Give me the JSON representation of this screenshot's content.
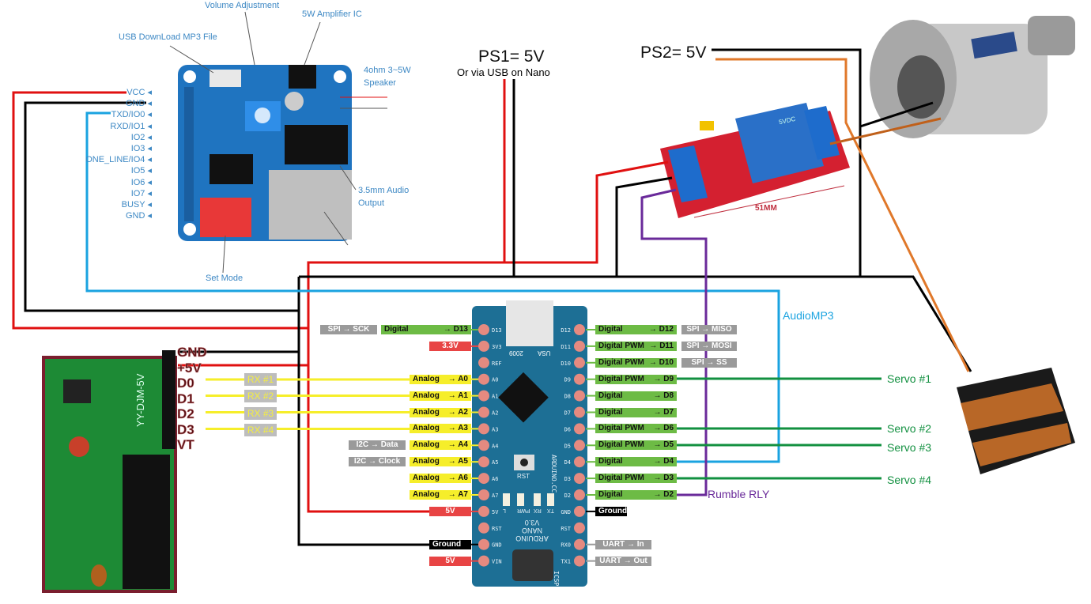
{
  "mp3_module": {
    "callouts": {
      "volume": "Volume Adjustment",
      "amplifier": "5W Amplifier IC",
      "usb": "USB DownLoad MP3 File",
      "speaker_line1": "4ohm 3~5W",
      "speaker_line2": "Speaker",
      "audio_line1": "3.5mm Audio",
      "audio_line2": "Output",
      "set_mode": "Set Mode"
    },
    "pins": [
      "VCC",
      "GND",
      "TXD/IO0",
      "RXD/IO1",
      "IO2",
      "IO3",
      "ONE_LINE/IO4",
      "IO5",
      "IO6",
      "IO7",
      "BUSY",
      "GND"
    ]
  },
  "power": {
    "ps1": "PS1= 5V",
    "ps1_note": "Or via USB on Nano",
    "ps2": "PS2= 5V"
  },
  "rf_receiver": {
    "pins": [
      "GND",
      "+5V",
      "D0",
      "D1",
      "D2",
      "D3",
      "VT"
    ],
    "rx_tags": [
      "RX #1",
      "RX #2",
      "RX #3",
      "RX #4"
    ],
    "model": "YY-DJM-5V"
  },
  "relay": {
    "dimension": "51MM",
    "relay_text": "5VDC"
  },
  "nano": {
    "left_pins": [
      {
        "silk": "D13",
        "labels": [
          {
            "kind": "digital",
            "func": "Digital",
            "pin": "→ D13"
          },
          {
            "kind": "alt",
            "func": "SPI → SCK"
          }
        ]
      },
      {
        "silk": "3V3",
        "labels": [
          {
            "kind": "power",
            "func": "3.3V"
          }
        ]
      },
      {
        "silk": "REF",
        "labels": []
      },
      {
        "silk": "A0",
        "labels": [
          {
            "kind": "analog",
            "func": "Analog",
            "pin": "→ A0"
          }
        ]
      },
      {
        "silk": "A1",
        "labels": [
          {
            "kind": "analog",
            "func": "Analog",
            "pin": "→ A1"
          }
        ]
      },
      {
        "silk": "A2",
        "labels": [
          {
            "kind": "analog",
            "func": "Analog",
            "pin": "→ A2"
          }
        ]
      },
      {
        "silk": "A3",
        "labels": [
          {
            "kind": "analog",
            "func": "Analog",
            "pin": "→ A3"
          }
        ]
      },
      {
        "silk": "A4",
        "labels": [
          {
            "kind": "analog",
            "func": "Analog",
            "pin": "→ A4"
          },
          {
            "kind": "alt",
            "func": "I2C → Data"
          }
        ]
      },
      {
        "silk": "A5",
        "labels": [
          {
            "kind": "analog",
            "func": "Analog",
            "pin": "→ A5"
          },
          {
            "kind": "alt",
            "func": "I2C → Clock"
          }
        ]
      },
      {
        "silk": "A6",
        "labels": [
          {
            "kind": "analog",
            "func": "Analog",
            "pin": "→ A6"
          }
        ]
      },
      {
        "silk": "A7",
        "labels": [
          {
            "kind": "analog",
            "func": "Analog",
            "pin": "→ A7"
          }
        ]
      },
      {
        "silk": "5V",
        "labels": [
          {
            "kind": "power",
            "func": "5V"
          }
        ]
      },
      {
        "silk": "RST",
        "labels": []
      },
      {
        "silk": "GND",
        "labels": [
          {
            "kind": "ground",
            "func": "Ground"
          }
        ]
      },
      {
        "silk": "VIN",
        "labels": [
          {
            "kind": "power",
            "func": "5V"
          }
        ]
      }
    ],
    "right_pins": [
      {
        "silk": "D12",
        "labels": [
          {
            "kind": "digital",
            "func": "Digital",
            "pin": "→ D12"
          },
          {
            "kind": "alt",
            "func": "SPI → MISO"
          }
        ]
      },
      {
        "silk": "D11",
        "labels": [
          {
            "kind": "digital",
            "func": "Digital PWM",
            "pin": "→ D11"
          },
          {
            "kind": "alt",
            "func": "SPI → MOSI"
          }
        ]
      },
      {
        "silk": "D10",
        "labels": [
          {
            "kind": "digital",
            "func": "Digital PWM",
            "pin": "→ D10"
          },
          {
            "kind": "alt",
            "func": "SPI → SS"
          }
        ]
      },
      {
        "silk": "D9",
        "labels": [
          {
            "kind": "digital",
            "func": "Digital PWM",
            "pin": "→ D9"
          }
        ]
      },
      {
        "silk": "D8",
        "labels": [
          {
            "kind": "digital",
            "func": "Digital",
            "pin": "→ D8"
          }
        ]
      },
      {
        "silk": "D7",
        "labels": [
          {
            "kind": "digital",
            "func": "Digital",
            "pin": "→ D7"
          }
        ]
      },
      {
        "silk": "D6",
        "labels": [
          {
            "kind": "digital",
            "func": "Digital PWM",
            "pin": "→ D6"
          }
        ]
      },
      {
        "silk": "D5",
        "labels": [
          {
            "kind": "digital",
            "func": "Digital PWM",
            "pin": "→ D5"
          }
        ]
      },
      {
        "silk": "D4",
        "labels": [
          {
            "kind": "digital",
            "func": "Digital",
            "pin": "→ D4"
          }
        ]
      },
      {
        "silk": "D3",
        "labels": [
          {
            "kind": "digital",
            "func": "Digital PWM",
            "pin": "→ D3"
          }
        ]
      },
      {
        "silk": "D2",
        "labels": [
          {
            "kind": "digital",
            "func": "Digital",
            "pin": "→ D2"
          }
        ]
      },
      {
        "silk": "GND",
        "labels": [
          {
            "kind": "ground",
            "func": "Ground"
          }
        ]
      },
      {
        "silk": "RST",
        "labels": []
      },
      {
        "silk": "RX0",
        "labels": [
          {
            "kind": "alt",
            "func": "UART → In"
          }
        ]
      },
      {
        "silk": "TX1",
        "labels": [
          {
            "kind": "alt",
            "func": "UART → Out"
          }
        ]
      }
    ],
    "board_text": {
      "model_line1": "ARDUINO",
      "model_line2": "NANO",
      "model_line3": "V3.0",
      "site": "ARDUINO.CC",
      "rst": "RST",
      "icsp": "ICSP",
      "year": "2009",
      "usa": "USA",
      "leds": [
        "L",
        "PWR",
        "RX",
        "TX"
      ]
    }
  },
  "wire_labels": {
    "audio": "AudioMP3",
    "rumble": "Rumble RLY",
    "servos": [
      "Servo #1",
      "Servo #2",
      "Servo #3",
      "Servo #4"
    ]
  },
  "colors": {
    "power_wire": "#e01010",
    "ground_wire": "#000000",
    "audio_wire": "#1aa3e0",
    "rx_wire": "#f6ee2a",
    "servo_wire": "#129040",
    "relay_signal_wire": "#6a2a9a",
    "motor_wire": "#e0782a",
    "wire_label_audio": "#1aa3e0",
    "wire_label_servo": "#129040",
    "wire_label_rumble": "#6a2a9a"
  }
}
